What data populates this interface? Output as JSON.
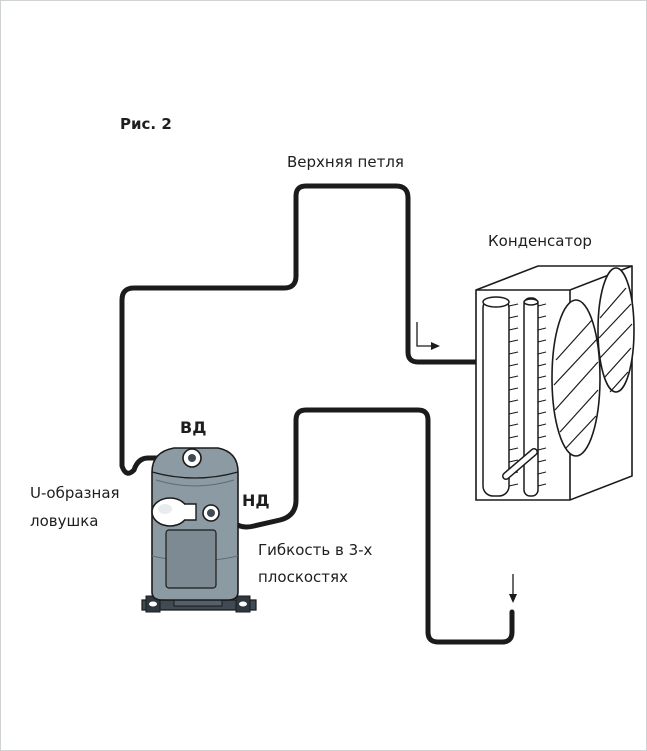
{
  "figure": {
    "caption": "Рис. 2",
    "labels": {
      "upper_loop": "Верхняя петля",
      "condenser": "Конденсатор",
      "high_pressure": "ВД",
      "low_pressure": "НД",
      "u_trap_line1": "U-образная",
      "u_trap_line2": "ловушка",
      "flex_line1": "Гибкость в 3-х",
      "flex_line2": "плоскостях"
    },
    "colors": {
      "pipe": "#1b1b1b",
      "compressor": "#8c9aa3",
      "compressor_dark": "#3f4a52",
      "frame_border": "#cfd3d4"
    }
  }
}
